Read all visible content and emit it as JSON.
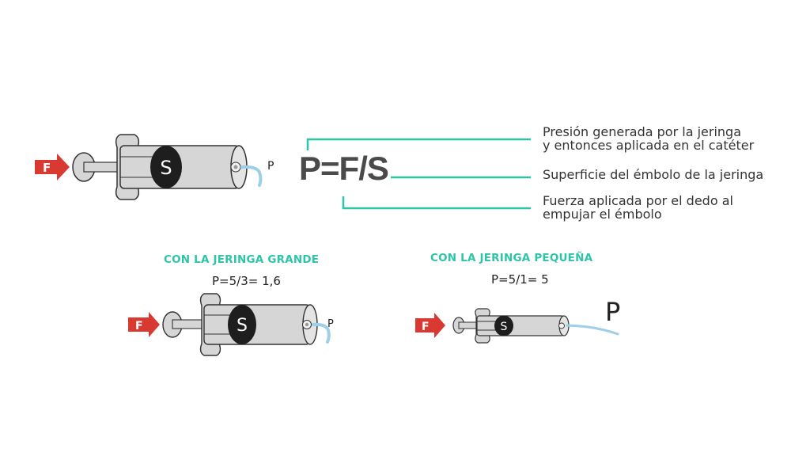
{
  "formula": {
    "text": "P=F/S",
    "labels": {
      "pressure": [
        "Presión generada por la jeringa",
        "y entonces aplicada en el catéter"
      ],
      "surface": "Superficie del émbolo de la jeringa",
      "force": [
        "Fuerza aplicada por el dedo al",
        "empujar el émbolo"
      ]
    }
  },
  "main_syringe": {
    "force_label": "F",
    "plunger_label": "S",
    "pressure_label": "P"
  },
  "large_syringe": {
    "heading": "CON LA JERINGA GRANDE",
    "equation": "P=5/3= 1,6",
    "force_label": "F",
    "plunger_label": "S",
    "pressure_label": "P"
  },
  "small_syringe": {
    "heading": "CON LA JERINGA PEQUEÑA",
    "equation": "P=5/1= 5",
    "force_label": "F",
    "plunger_label": "S",
    "pressure_label": "P"
  },
  "colors": {
    "accent": "#2ec4a8",
    "arrow": "#d83a31",
    "syringe": "#d6d6d6",
    "plunger": "#1e1e1e",
    "fluid": "#9ecfe8"
  }
}
